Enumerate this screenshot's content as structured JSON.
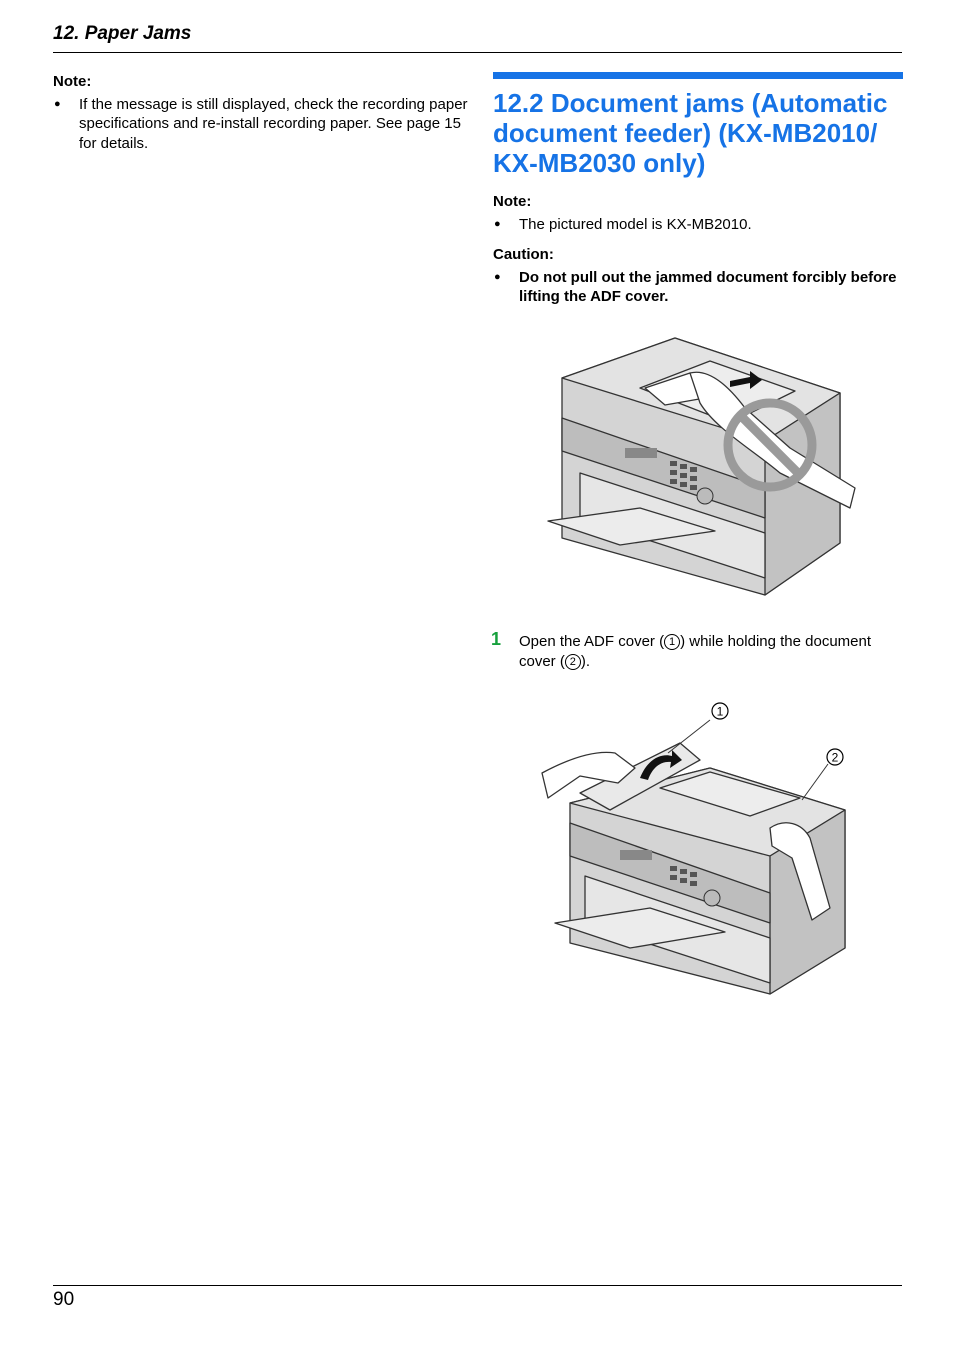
{
  "header": {
    "title": "12. Paper Jams"
  },
  "left": {
    "note_label": "Note:",
    "bullets": [
      "If the message is still displayed, check the recording paper specifications and re-install recording paper. See page 15 for details."
    ]
  },
  "section": {
    "title": "12.2 Document jams (Automatic document feeder) (KX-MB2010/ KX-MB2030 only)",
    "note_label": "Note:",
    "note_bullets": [
      "The pictured model is KX-MB2010."
    ],
    "caution_label": "Caution:",
    "caution_bullets": [
      "Do not pull out the jammed document forcibly before lifting the ADF cover."
    ]
  },
  "step1": {
    "number": "1",
    "text_a": "Open the ADF cover (",
    "callout_1": "1",
    "text_b": ") while holding the document cover (",
    "callout_2": "2",
    "text_c": ")."
  },
  "figure2": {
    "callout_1": "1",
    "callout_2": "2"
  },
  "footer": {
    "page_number": "90"
  }
}
